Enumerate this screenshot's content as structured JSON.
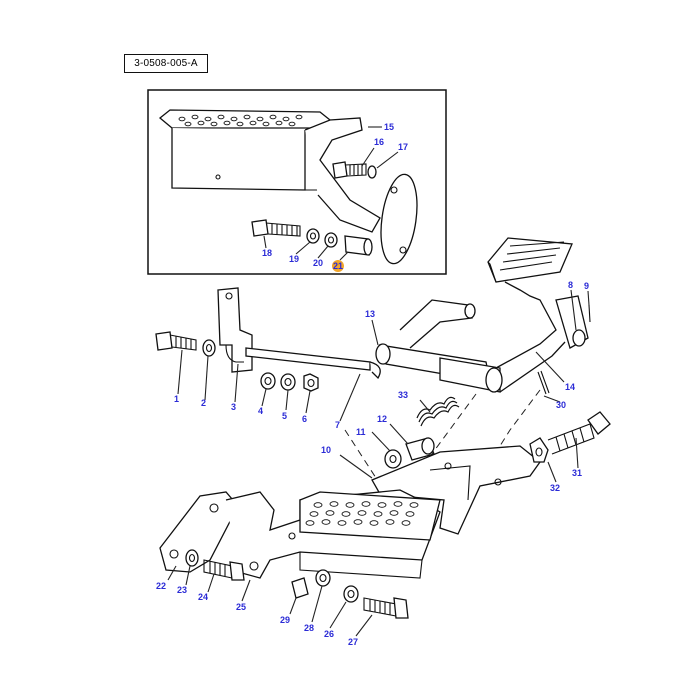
{
  "reference_code": "3-0508-005-A",
  "colors": {
    "label": "#2b2bd6",
    "highlight": "#f2a62a",
    "ink": "#111111"
  },
  "callouts": {
    "c1": "1",
    "c2": "2",
    "c3": "3",
    "c4": "4",
    "c5": "5",
    "c6": "6",
    "c7": "7",
    "c8": "8",
    "c9": "9",
    "c10": "10",
    "c11": "11",
    "c12": "12",
    "c13": "13",
    "c14": "14",
    "c15": "15",
    "c16": "16",
    "c17": "17",
    "c18": "18",
    "c19": "19",
    "c20": "20",
    "c21": "21",
    "c22": "22",
    "c23": "23",
    "c24": "24",
    "c25": "25",
    "c26": "26",
    "c27": "27",
    "c28": "28",
    "c29": "29",
    "c30": "30",
    "c31": "31",
    "c32": "32",
    "c33": "33"
  },
  "highlighted_callout": "21"
}
